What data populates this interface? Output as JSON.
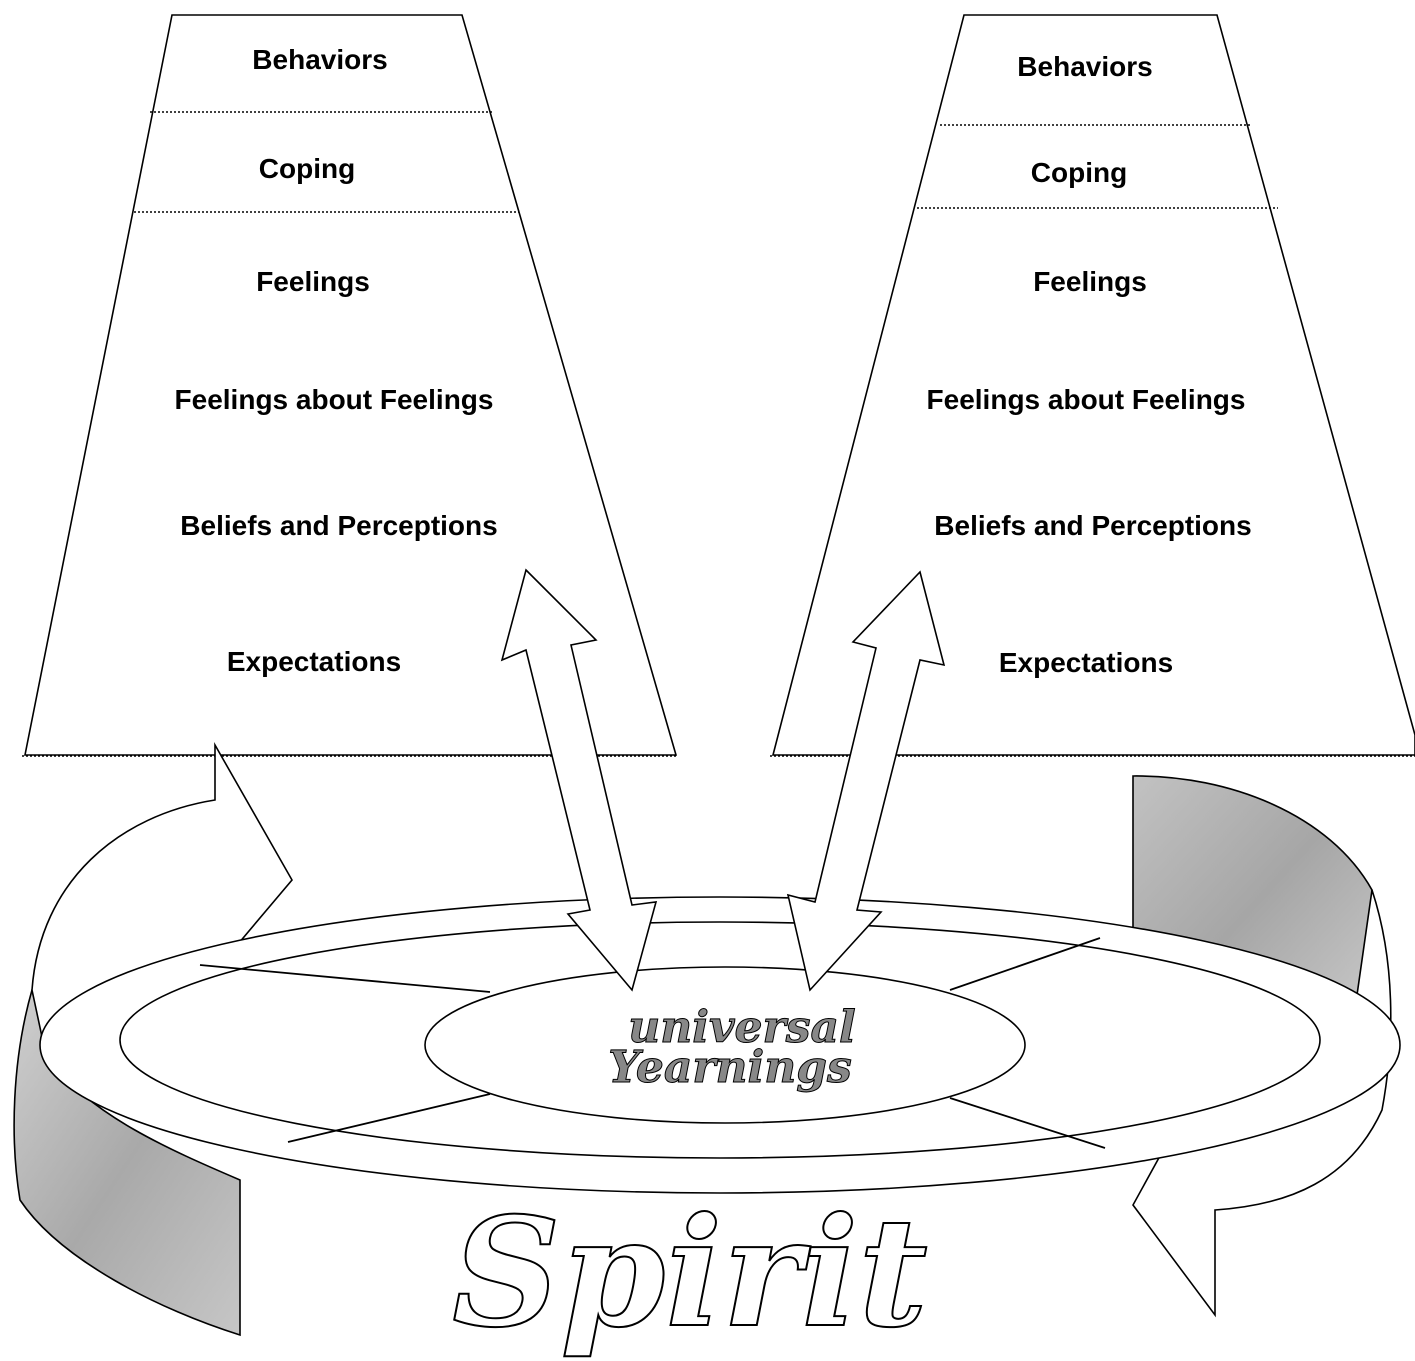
{
  "left_iceberg": {
    "levels": [
      "Behaviors",
      "Coping",
      "Feelings",
      "Feelings about Feelings",
      "Beliefs and Perceptions",
      "Expectations"
    ]
  },
  "right_iceberg": {
    "levels": [
      "Behaviors",
      "Coping",
      "Feelings",
      "Feelings about Feelings",
      "Beliefs and Perceptions",
      "Expectations"
    ]
  },
  "center": {
    "line1": "universal",
    "line2": "Yearnings"
  },
  "base": {
    "label": "Spirit"
  },
  "colors": {
    "ribbon_shade": "#b8b8b8",
    "outline": "#000000",
    "background": "#ffffff"
  },
  "icons": [
    "circular-arrow-icon",
    "double-headed-arrow-icon"
  ]
}
